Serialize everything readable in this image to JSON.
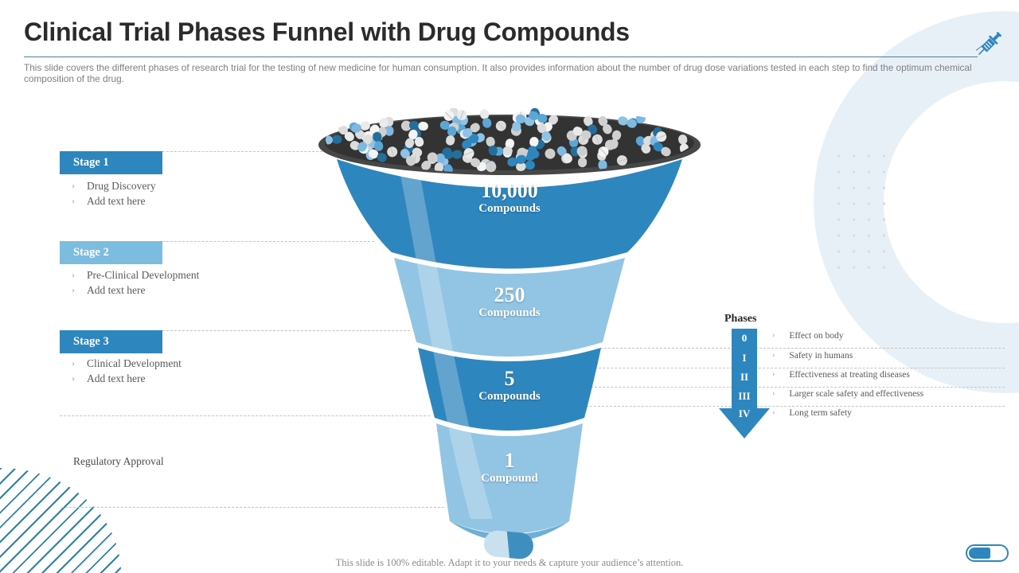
{
  "slide": {
    "title": "Clinical Trial Phases Funnel with Drug Compounds",
    "subtitle": "This slide covers the different phases of research trial for the testing of new medicine for human consumption. It also provides information about the number of drug dose variations tested in each step to find the optimum chemical composition of the drug.",
    "footer": "This slide is 100% editable. Adapt it to your needs & capture your audience’s attention."
  },
  "stages": [
    {
      "label": "Stage 1",
      "header_color": "#2e86be",
      "items": [
        "Drug Discovery",
        "Add text here"
      ]
    },
    {
      "label": "Stage 2",
      "header_color": "#7cbcdf",
      "items": [
        "Pre-Clinical Development",
        "Add text here"
      ]
    },
    {
      "label": "Stage 3",
      "header_color": "#2e86be",
      "items": [
        "Clinical Development",
        "Add text here"
      ]
    }
  ],
  "regulatory_label": "Regulatory Approval",
  "funnel": {
    "levels": [
      {
        "value": "10,000",
        "unit": "Compounds",
        "color": "#2e86be"
      },
      {
        "value": "250",
        "unit": "Compounds",
        "color": "#92c5e4"
      },
      {
        "value": "5",
        "unit": "Compounds",
        "color": "#2e86be"
      },
      {
        "value": "1",
        "unit": "Compound",
        "color": "#92c5e4"
      }
    ]
  },
  "phases": {
    "title": "Phases",
    "rows": [
      {
        "numeral": "0",
        "label": "Effect on body"
      },
      {
        "numeral": "I",
        "label": "Safety in humans"
      },
      {
        "numeral": "II",
        "label": "Effectiveness at treating diseases"
      },
      {
        "numeral": "III",
        "label": "Larger scale safety and effectiveness"
      },
      {
        "numeral": "IV",
        "label": "Long term safety"
      }
    ]
  },
  "icons": {
    "header_icon": "syringe-icon",
    "funnel_output_icon": "capsule-pill-icon",
    "corner_icon": "pill-toggle-icon"
  },
  "colors": {
    "accent_dark": "#2e86be",
    "accent_light": "#92c5e4",
    "stage2_header": "#7cbcdf",
    "bowl_rim": "#474747",
    "ring_bg": "#e8f0f7",
    "dashed_line": "#c4c4c4",
    "underline": "#4e7f96",
    "body_text": "#595959",
    "title_text": "#2b2b2b"
  }
}
